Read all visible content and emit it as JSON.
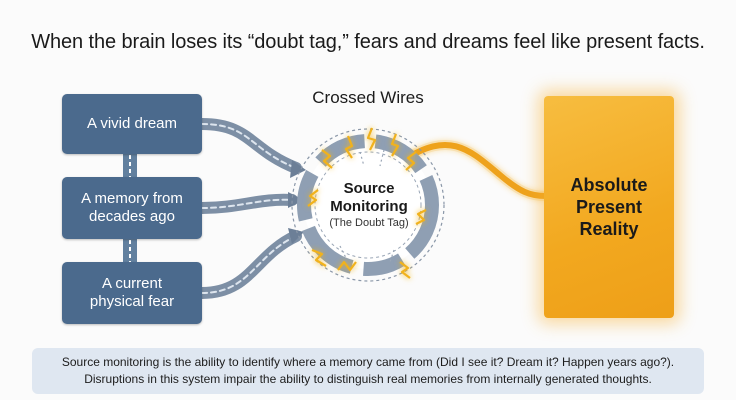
{
  "headline": "When the brain loses its “doubt tag,” fears and dreams feel like present facts.",
  "diagram_title": "Crossed Wires",
  "sources": [
    {
      "label": "A vivid dream"
    },
    {
      "label": "A memory from\ndecades ago"
    },
    {
      "label": "A current\nphysical fear"
    }
  ],
  "hub": {
    "title": "Source\nMonitoring",
    "subtitle": "(The Doubt Tag)"
  },
  "output": {
    "label": "Absolute\nPresent\nReality"
  },
  "caption": {
    "line1": "Source monitoring is the ability to identify where a memory came from (Did I see it? Dream it? Happen years ago?).",
    "line2": "Disruptions in this system impair the ability to distinguish real memories from internally generated thoughts."
  },
  "colors": {
    "source_box": "#4b6a8d",
    "wire": "#7d8fa5",
    "hub_ring": "#8f9fb3",
    "spark": "#f1b21e",
    "output": "#f2a81f",
    "caption_bg": "#dfe7f1"
  },
  "icons": [
    "lightning-spark-icon"
  ]
}
